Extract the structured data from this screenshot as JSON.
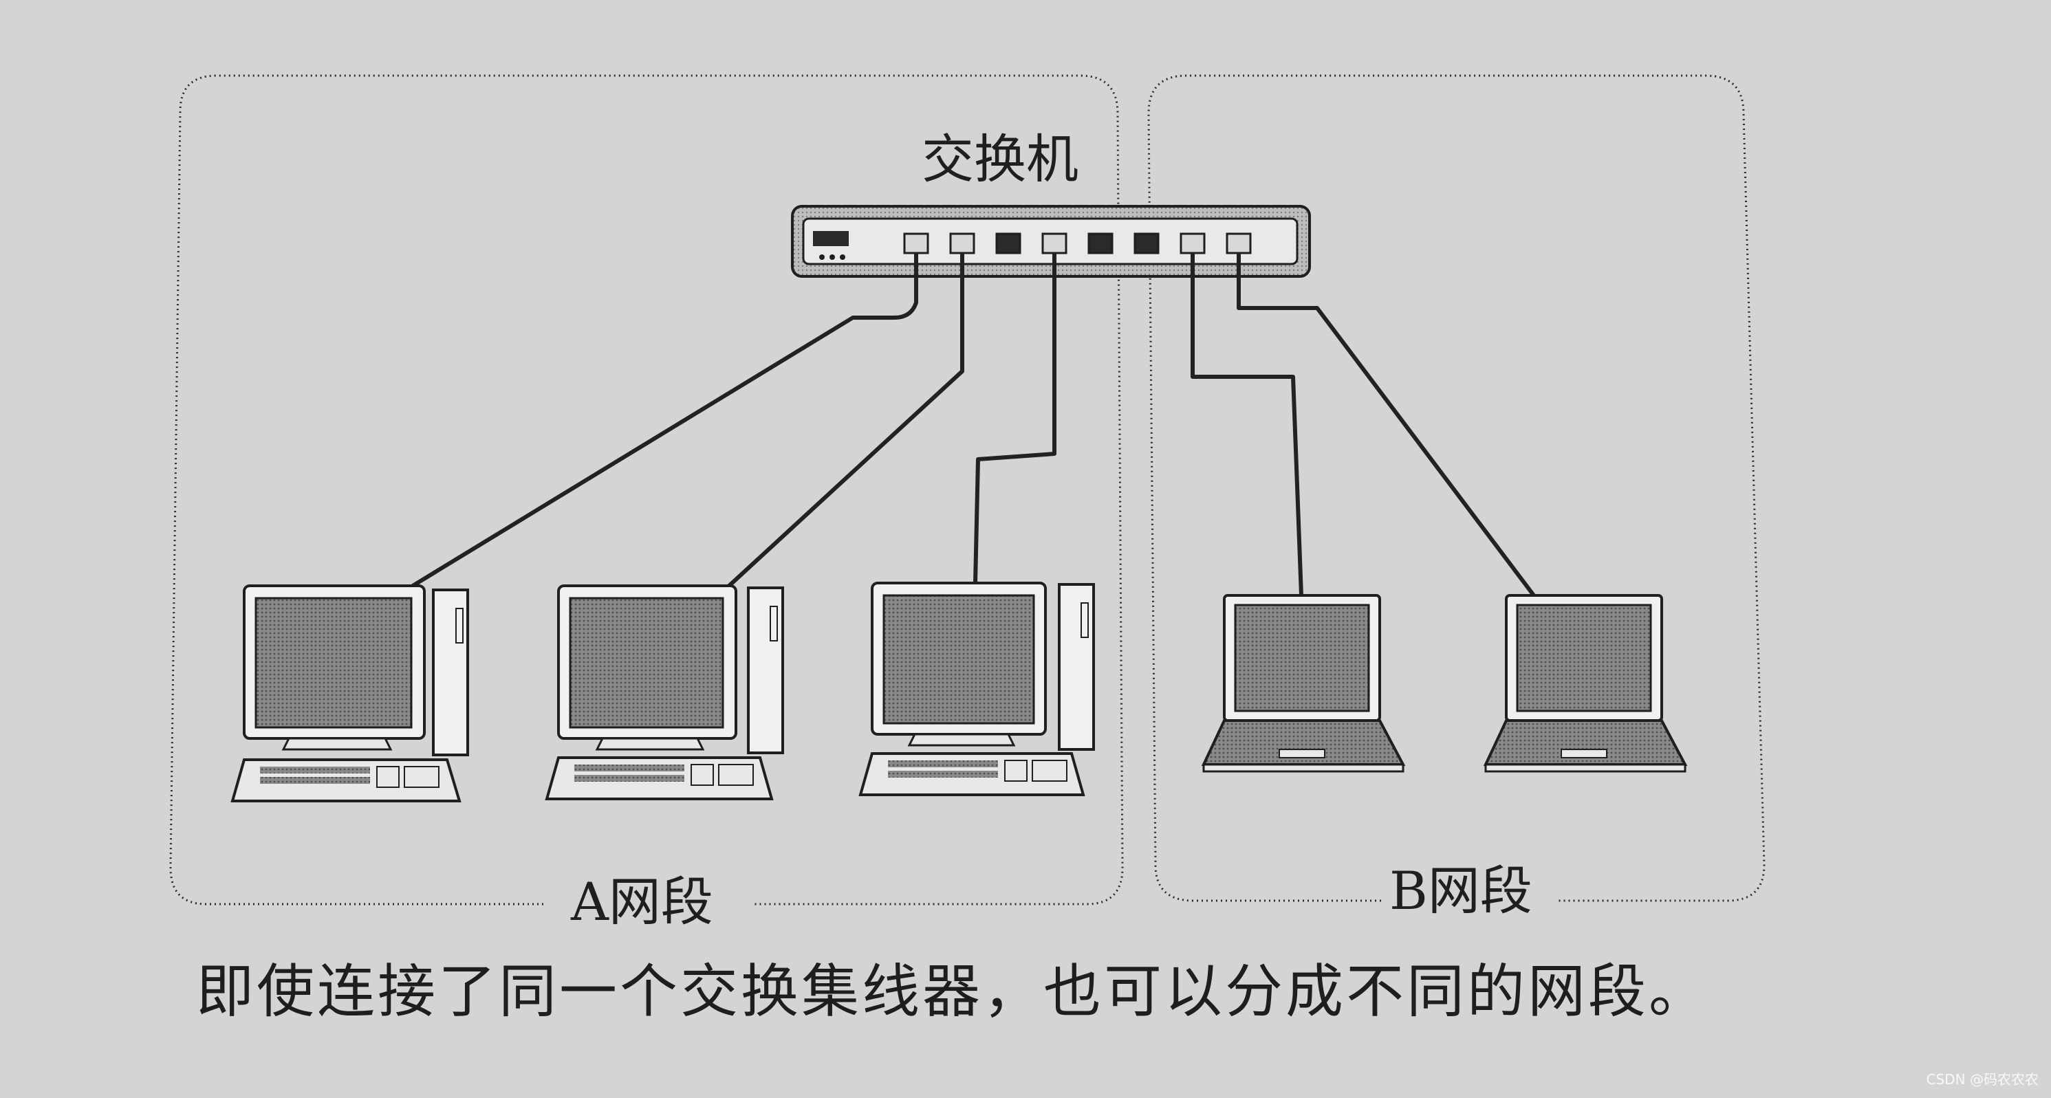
{
  "diagram": {
    "switch_label": "交换机",
    "segment_a_label": "A网段",
    "segment_b_label": "B网段",
    "caption": "即使连接了同一个交换集线器，也可以分成不同的网段。",
    "watermark": "CSDN @码农农农"
  },
  "colors": {
    "paper": "#d4d4d6",
    "ink": "#1f1f1f",
    "screen": "#7d7d7d"
  }
}
